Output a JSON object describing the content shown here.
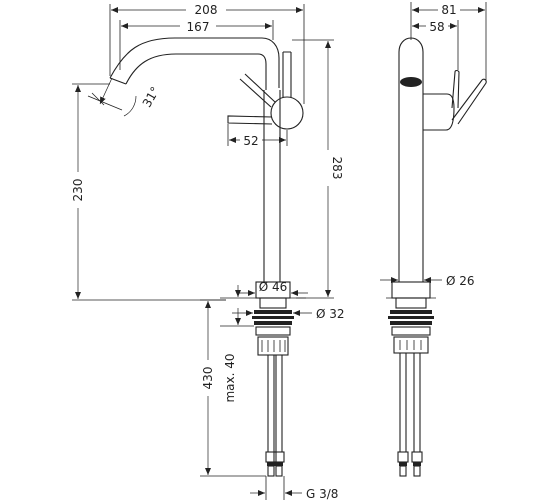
{
  "front_view": {
    "dim_width_total": "208",
    "dim_spout_reach": "167",
    "dim_spout_angle": "31°",
    "dim_handle_offset": "52",
    "dim_height_total": "283",
    "dim_spout_height": "230",
    "dim_base_diameter": "Ø 46",
    "dim_shank_diameter": "Ø 32",
    "dim_below_deck": "430",
    "dim_max_deck": "max. 40",
    "dim_connection": "G 3/8"
  },
  "side_view": {
    "dim_depth_total": "81",
    "dim_handle_depth": "58",
    "dim_body_diameter": "Ø 26"
  }
}
